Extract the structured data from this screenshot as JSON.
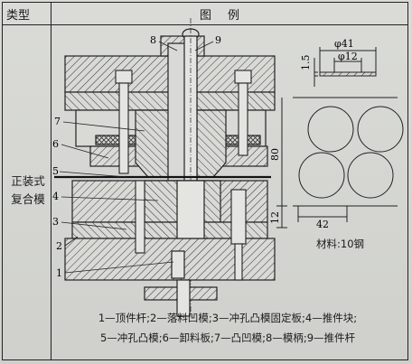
{
  "header": {
    "type_label": "类型",
    "figure_label": "图例"
  },
  "row": {
    "type_line1": "正装式",
    "type_line2": "复合模"
  },
  "callouts": {
    "n1": "1",
    "n2": "2",
    "n3": "3",
    "n4": "4",
    "n5": "5",
    "n6": "6",
    "n7": "7",
    "n8": "8",
    "n9": "9"
  },
  "part_drawing": {
    "dia_outer": "φ41",
    "dia_inner": "φ12",
    "thickness": "1.5",
    "height": "80",
    "edge": "12",
    "pitch": "42",
    "material": "材料:10钢"
  },
  "legend": {
    "line1": "1—顶件杆;2—落料凹模;3—冲孔凸模固定板;4—推件块;",
    "line2": "5—冲孔凸模;6—卸料板;7—凸凹模;8—模柄;9—推件杆"
  }
}
